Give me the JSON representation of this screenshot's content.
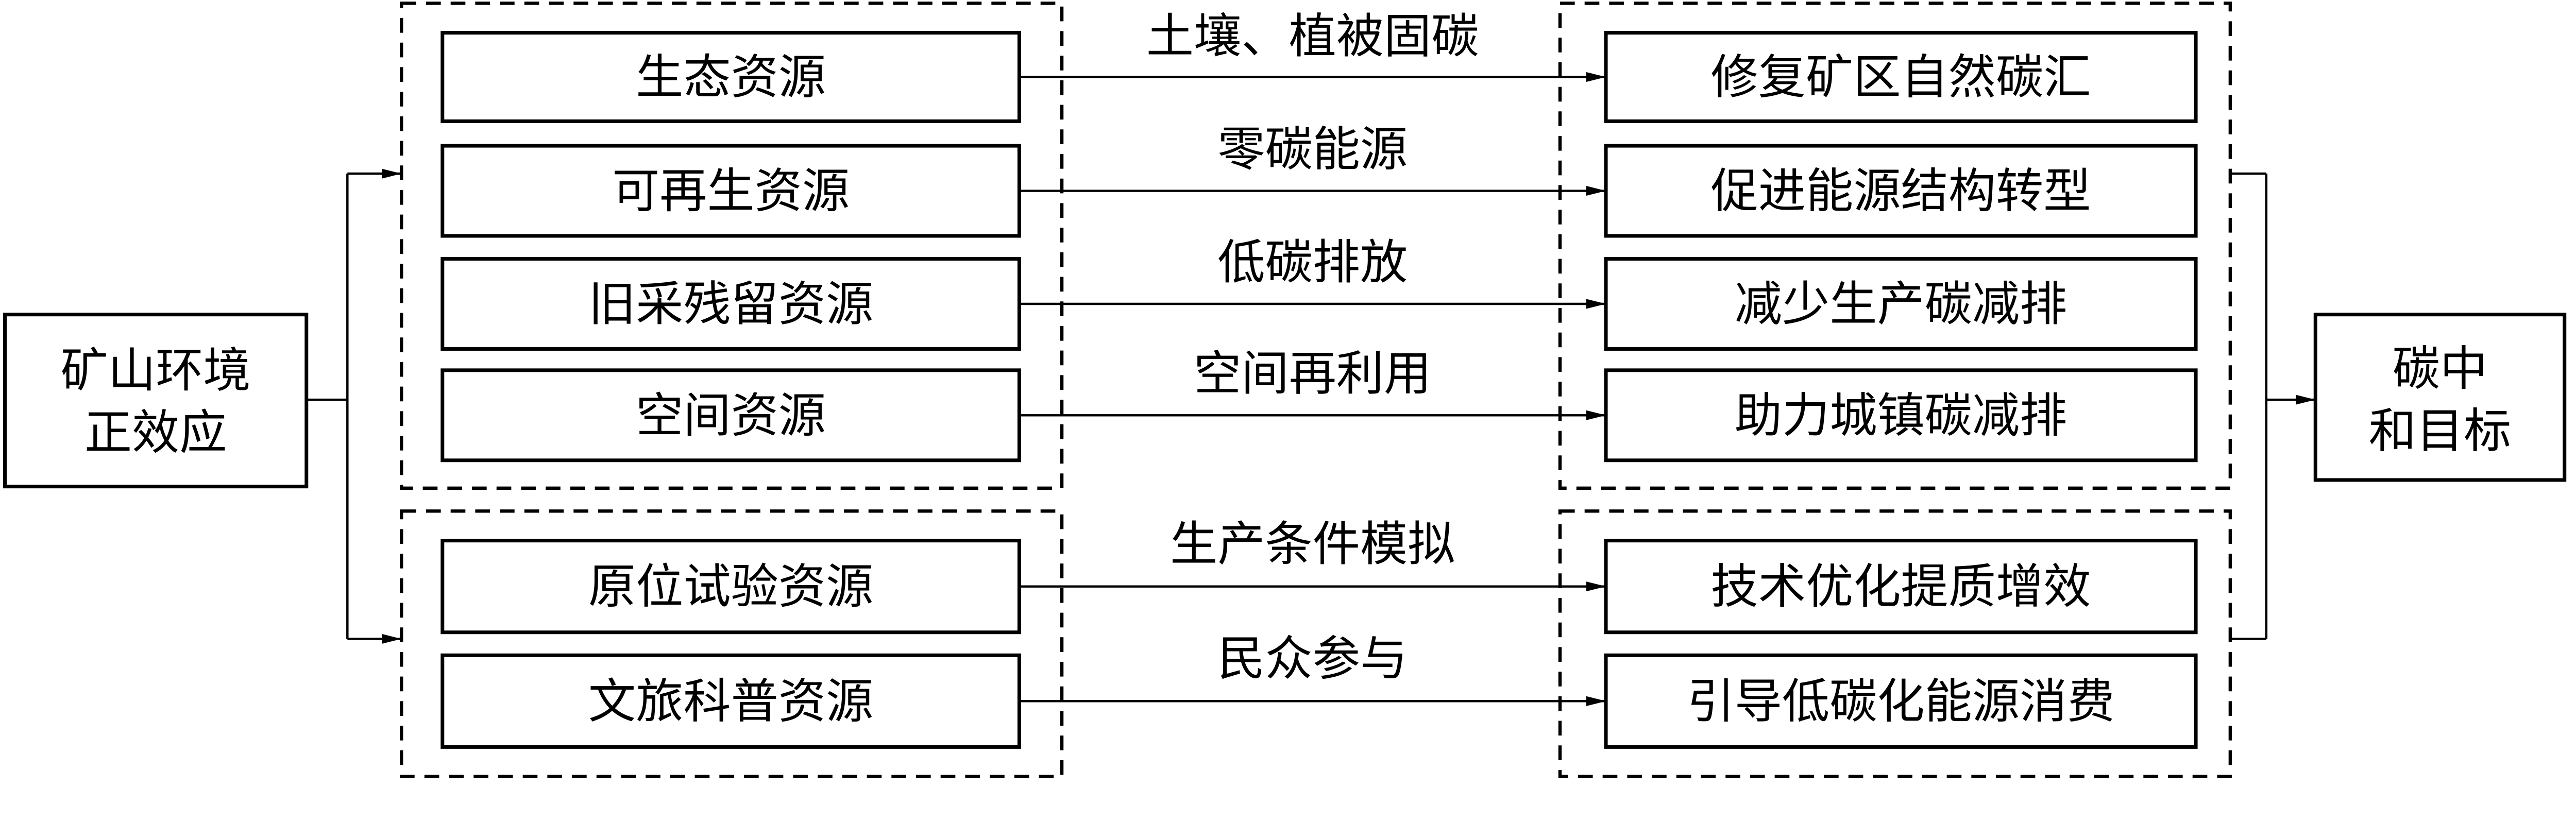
{
  "source": {
    "line1": "矿山环境",
    "line2": "正效应"
  },
  "target": {
    "line1": "碳中",
    "line2": "和目标"
  },
  "resources": [
    {
      "label": "生态资源",
      "flow": "土壤、植被固碳",
      "effect": "修复矿区自然碳汇"
    },
    {
      "label": "可再生资源",
      "flow": "零碳能源",
      "effect": "促进能源结构转型"
    },
    {
      "label": "旧采残留资源",
      "flow": "低碳排放",
      "effect": "减少生产碳减排"
    },
    {
      "label": "空间资源",
      "flow": "空间再利用",
      "effect": "助力城镇碳减排"
    },
    {
      "label": "原位试验资源",
      "flow": "生产条件模拟",
      "effect": "技术优化提质增效"
    },
    {
      "label": "文旅科普资源",
      "flow": "民众参与",
      "effect": "引导低碳化能源消费"
    }
  ]
}
